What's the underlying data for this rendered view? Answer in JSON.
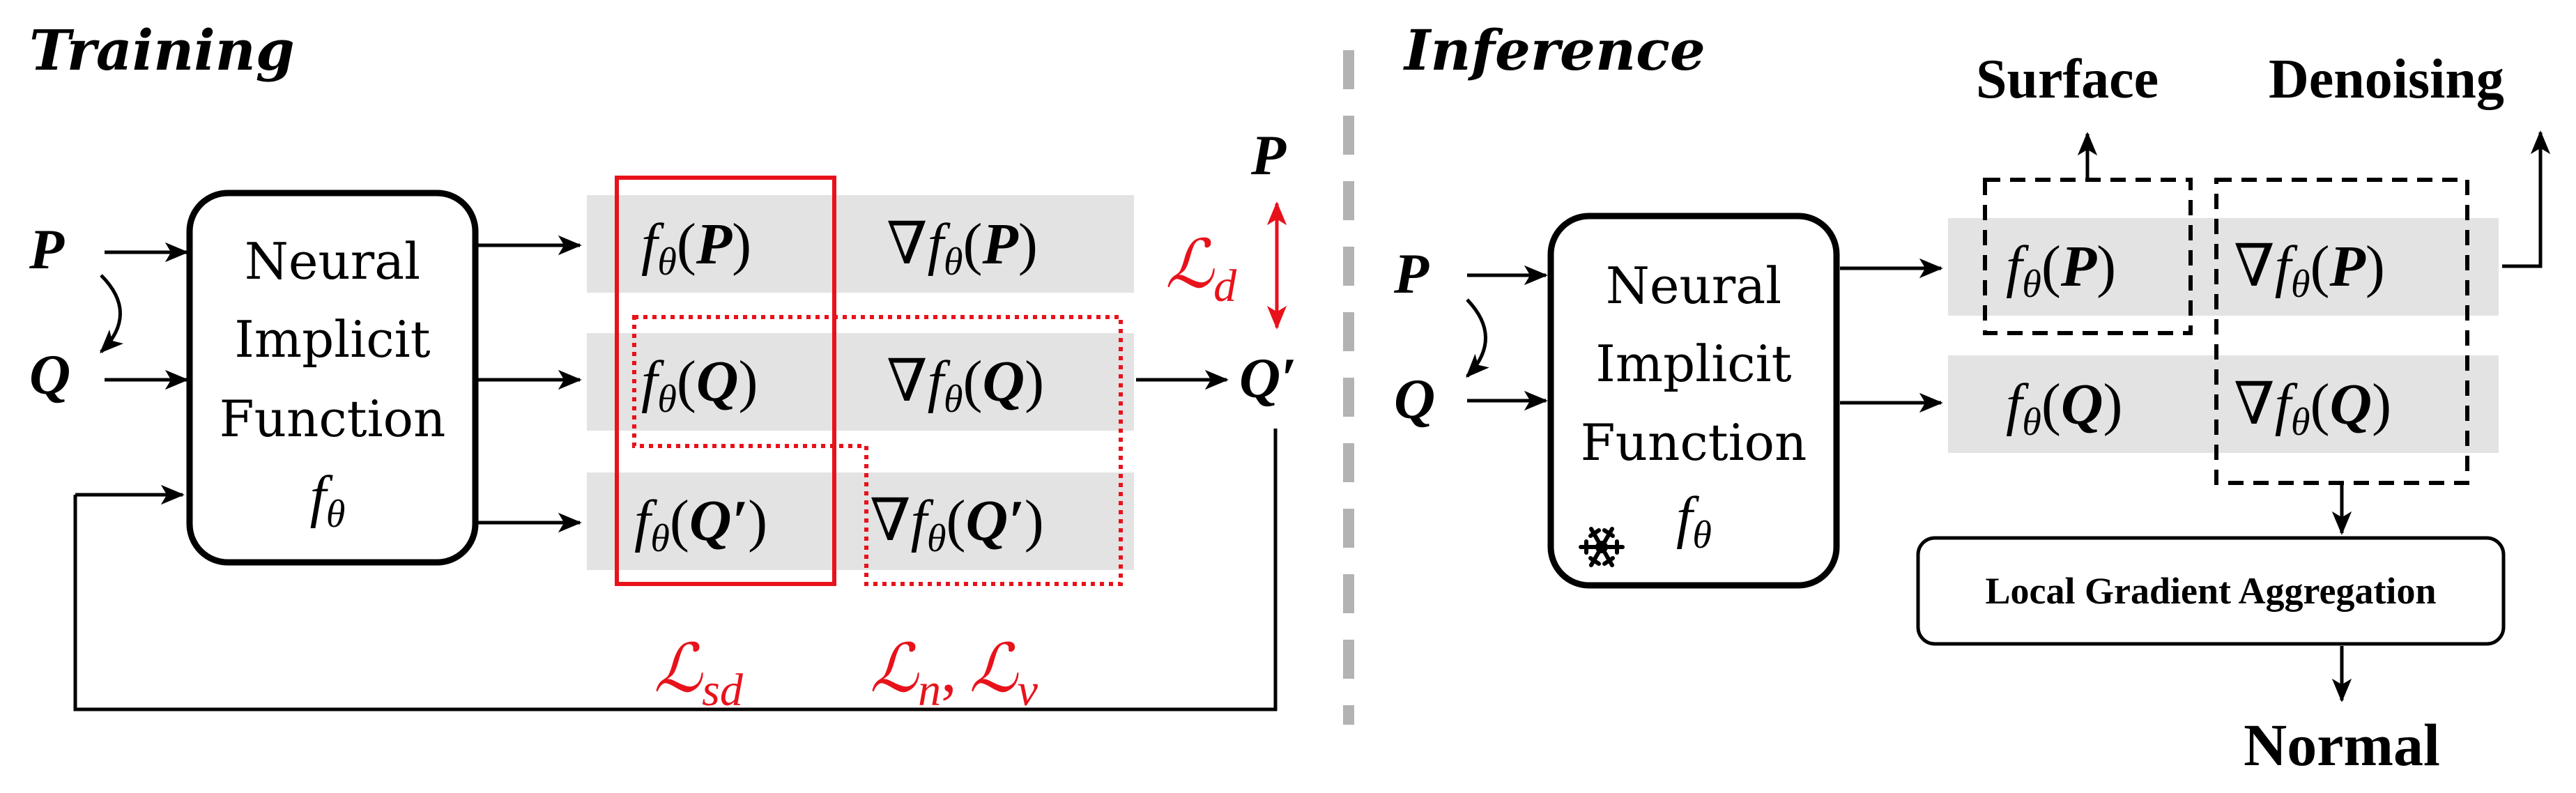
{
  "training": {
    "title": "Training",
    "input_p": "P",
    "input_q": "Q",
    "box": {
      "line1": "Neural",
      "line2": "Implicit",
      "line3": "Function",
      "symbol": "f",
      "symbol_sub": "θ"
    },
    "rows": [
      {
        "f_prefix": "f",
        "sub": "θ",
        "arg": "P",
        "grad_prefix": "∇f"
      },
      {
        "f_prefix": "f",
        "sub": "θ",
        "arg": "Q",
        "grad_prefix": "∇f"
      },
      {
        "f_prefix": "f",
        "sub": "θ",
        "arg": "Q′",
        "grad_prefix": "∇f"
      }
    ],
    "output_p": "P",
    "output_qprime": "Q′",
    "loss_d": {
      "symbol": "ℒ",
      "sub": "d"
    },
    "loss_sd": {
      "symbol": "ℒ",
      "sub": "sd"
    },
    "loss_nv": {
      "symbol1": "ℒ",
      "sub1": "n",
      "sep": ",",
      "symbol2": "ℒ",
      "sub2": "v"
    }
  },
  "inference": {
    "title": "Inference",
    "input_p": "P",
    "input_q": "Q",
    "box": {
      "line1": "Neural",
      "line2": "Implicit",
      "line3": "Function",
      "symbol": "f",
      "symbol_sub": "θ",
      "frozen_icon": "snowflake-icon"
    },
    "rows": [
      {
        "f_prefix": "f",
        "sub": "θ",
        "arg": "P",
        "grad_prefix": "∇f"
      },
      {
        "f_prefix": "f",
        "sub": "θ",
        "arg": "Q",
        "grad_prefix": "∇f"
      }
    ],
    "surface_label": "Surface",
    "denoising_label": "Denoising",
    "aggregation_label": "Local Gradient Aggregation",
    "normal_label": "Normal"
  },
  "colors": {
    "loss_red": "#e8121b",
    "row_gray": "#e3e3e3",
    "divider": "#b3b3b3",
    "stroke": "#000000"
  }
}
